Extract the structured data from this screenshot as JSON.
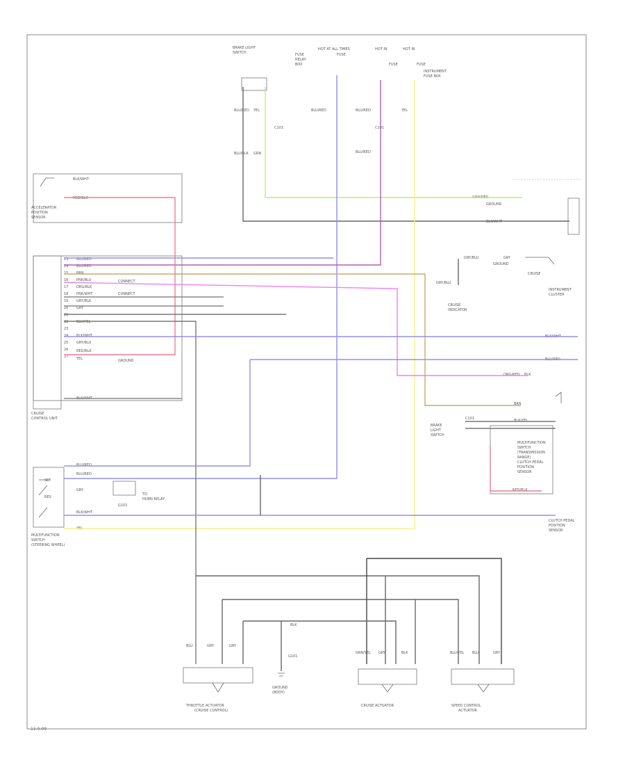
{
  "diagram": {
    "border_color": "#888888",
    "footer_code": "11.9.09",
    "colors": {
      "blue": "#8f8ff2",
      "purple": "#b35fb3",
      "green": "#b5f26b",
      "yellow": "#f2f28a",
      "red": "#f27a8f",
      "pink": "#f07ef0",
      "orange": "#c8a86b",
      "gray": "#666666",
      "black": "#333333"
    },
    "components": {
      "accelerator_pedal": [
        "ACCELERATOR",
        "POSITION",
        "SENSOR"
      ],
      "cruise_control_unit": [
        "CRUISE",
        "CONTROL UNIT"
      ],
      "multifunction_switch": [
        "MULTIFUNCTION",
        "SWITCH",
        "(STEERING WHEEL)"
      ],
      "instrument_cluster": [
        "INSTRUMENT",
        "CLUSTER"
      ],
      "clutch_switch": [
        "CLUTCH PEDAL",
        "POSITION",
        "SENSOR"
      ],
      "brake_switch": [
        "BRAKE LIGHT",
        "SWITCH"
      ],
      "left_actuator": [
        "THROTTLE ACTUATOR"
      ],
      "center_ground": [
        "GROUND"
      ],
      "mid_actuator": [
        "CRUISE ACTUATOR"
      ],
      "right_actuator": [
        "SPEED CONTROL",
        "ACTUATOR"
      ]
    },
    "wire_labels": {
      "blu_red": "BLU/RED",
      "grn_red": "GRN/RED",
      "blk_wht": "BLK/WHT",
      "yel": "YEL",
      "blk": "BLK",
      "red_blk": "RED/BLK",
      "brn": "BRN",
      "grn_yel": "GRN/YEL",
      "blu_yel": "BLU/YEL",
      "ground_point": "G101"
    }
  }
}
